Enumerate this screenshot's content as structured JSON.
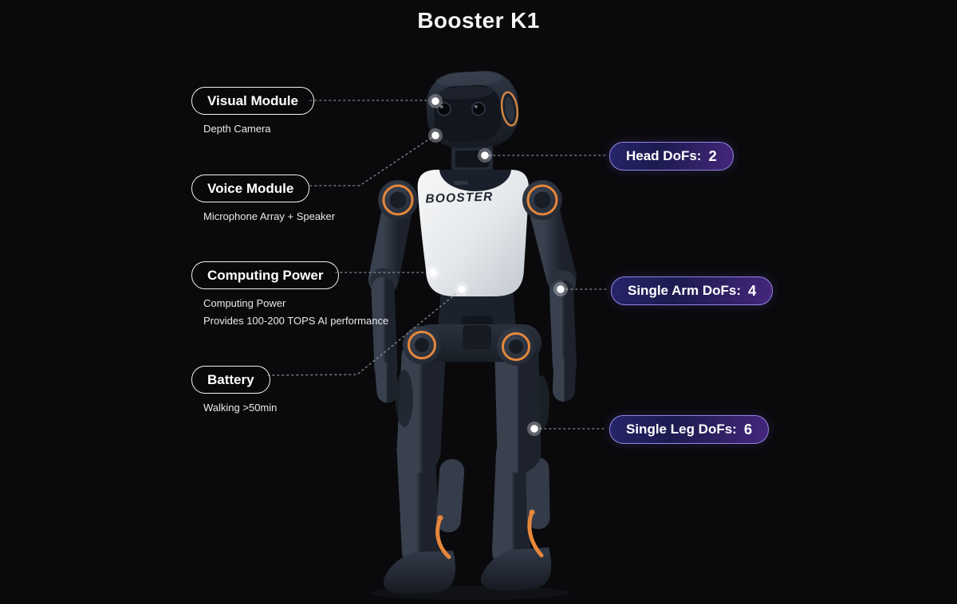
{
  "title": "Booster K1",
  "robot": {
    "chest_label": "BOOSTER"
  },
  "features": [
    {
      "label": "Visual Module",
      "desc_lines": [
        "Depth Camera"
      ]
    },
    {
      "label": "Voice Module",
      "desc_lines": [
        "Microphone Array + Speaker"
      ]
    },
    {
      "label": "Computing Power",
      "desc_lines": [
        "Computing Power",
        "Provides 100-200 TOPS AI performance"
      ]
    },
    {
      "label": "Battery",
      "desc_lines": [
        "Walking >50min"
      ]
    }
  ],
  "dof_badges": [
    {
      "label": "Head DoFs:",
      "value": "2"
    },
    {
      "label": "Single Arm DoFs:",
      "value": "4"
    },
    {
      "label": "Single Leg DoFs:",
      "value": "6"
    }
  ],
  "colors": {
    "background": "#0A0A0C",
    "accent_orange": "#E5873C",
    "badge_border": "#8F86DF",
    "badge_gradient_start": "#27246A",
    "badge_gradient_end": "#45267B",
    "pill_border": "#FFFFFF",
    "text": "#FFFFFF"
  }
}
